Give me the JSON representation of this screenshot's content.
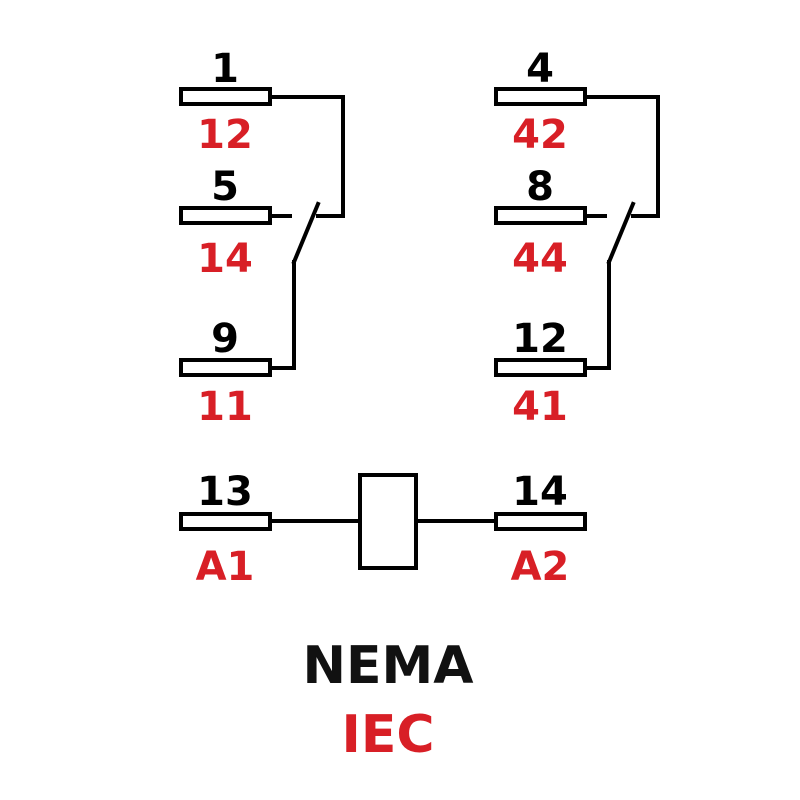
{
  "colors": {
    "nema": "#000000",
    "iec": "#d81f26",
    "background": "#ffffff"
  },
  "pins": {
    "p1": {
      "nema": "1",
      "iec": "12"
    },
    "p5": {
      "nema": "5",
      "iec": "14"
    },
    "p9": {
      "nema": "9",
      "iec": "11"
    },
    "p4": {
      "nema": "4",
      "iec": "42"
    },
    "p8": {
      "nema": "8",
      "iec": "44"
    },
    "p12": {
      "nema": "12",
      "iec": "41"
    },
    "p13": {
      "nema": "13",
      "iec": "A1"
    },
    "p14": {
      "nema": "14",
      "iec": "A2"
    }
  },
  "legend": {
    "nema": "NEMA",
    "iec": "IEC"
  }
}
